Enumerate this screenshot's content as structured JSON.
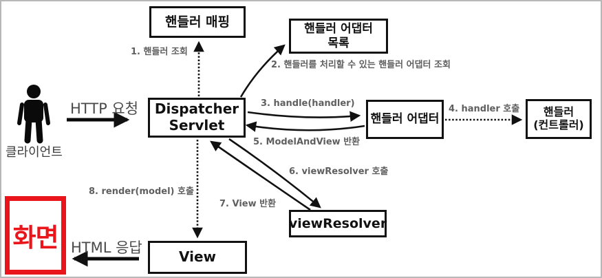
{
  "diagram": {
    "title_note": "Spring MVC DispatcherServlet request flow",
    "boxes": {
      "handler_mapping": {
        "label": "핸들러 매핑"
      },
      "handler_adapter_list": {
        "line1": "핸들러 어댑터",
        "line2": "목록"
      },
      "dispatcher_servlet": {
        "line1": "Dispatcher",
        "line2": "Servlet"
      },
      "handler_adapter": {
        "label": "핸들러 어댑터"
      },
      "handler_controller": {
        "line1": "핸들러",
        "line2": "(컨트롤러)"
      },
      "view_resolver": {
        "label": "viewResolver"
      },
      "view": {
        "label": "View"
      },
      "screen": {
        "label": "화면"
      }
    },
    "actor": {
      "label": "클라이언트",
      "icon": "person-icon"
    },
    "flow_labels": {
      "request": "HTTP 요청",
      "response": "HTML 응답",
      "step1": "1. 핸들러 조회",
      "step2": "2. 핸들러를 처리할 수 있는 핸들러 어댑터 조회",
      "step3": "3. handle(handler)",
      "step4": "4. handler 호출",
      "step5": "5. ModelAndView 반환",
      "step6": "6. viewResolver 호출",
      "step7": "7. View 반환",
      "step8": "8. render(model) 호출"
    },
    "colors": {
      "accent_red": "#e9151b",
      "label_gray": "#5f5f5f",
      "line_black": "#111111",
      "frame_gray": "#b7b7b7"
    }
  }
}
